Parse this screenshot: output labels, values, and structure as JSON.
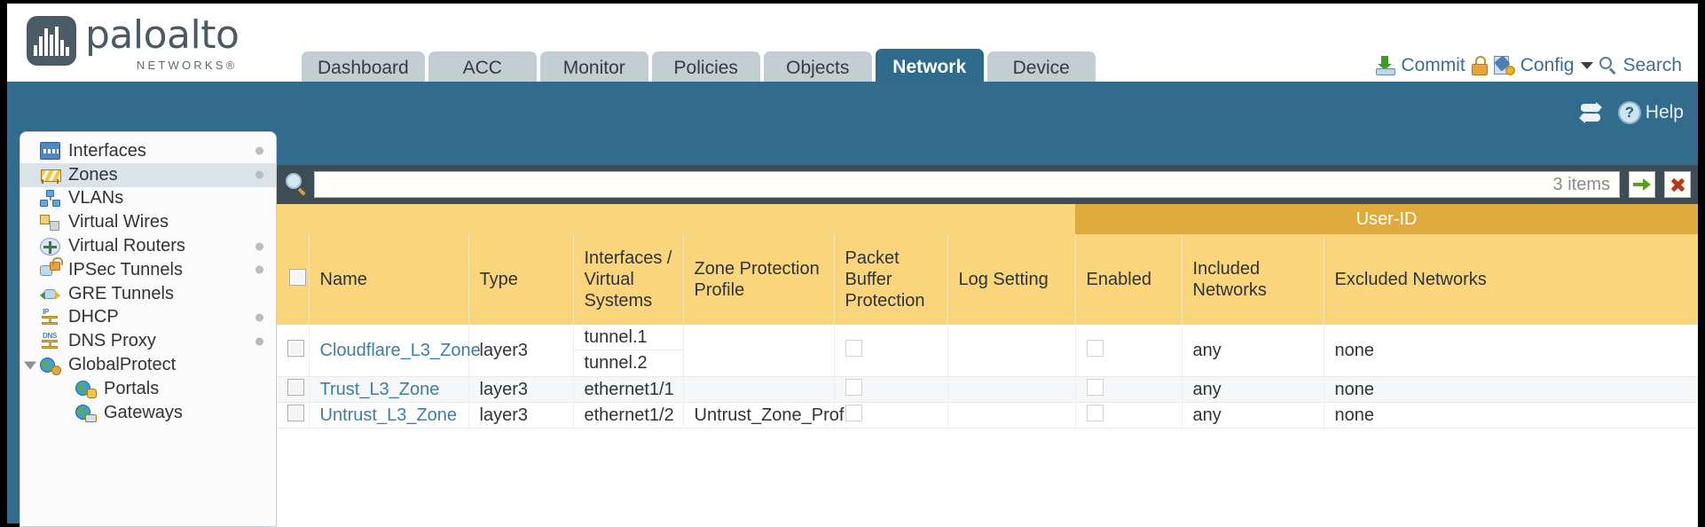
{
  "brand": {
    "name": "paloalto",
    "tagline": "NETWORKS",
    "registered": "®"
  },
  "nav": {
    "tabs": [
      {
        "label": "Dashboard",
        "active": false
      },
      {
        "label": "ACC",
        "active": false
      },
      {
        "label": "Monitor",
        "active": false
      },
      {
        "label": "Policies",
        "active": false
      },
      {
        "label": "Objects",
        "active": false
      },
      {
        "label": "Network",
        "active": true
      },
      {
        "label": "Device",
        "active": false
      }
    ]
  },
  "header_actions": {
    "commit": "Commit",
    "config": "Config",
    "search": "Search"
  },
  "toolbar": {
    "help": "Help"
  },
  "sidebar": {
    "items": [
      {
        "label": "Interfaces",
        "icon": "interfaces-icon",
        "dot": true,
        "selected": false,
        "child": false,
        "twisty": false
      },
      {
        "label": "Zones",
        "icon": "zones-icon",
        "dot": true,
        "selected": true,
        "child": false,
        "twisty": false
      },
      {
        "label": "VLANs",
        "icon": "vlans-icon",
        "dot": false,
        "selected": false,
        "child": false,
        "twisty": false
      },
      {
        "label": "Virtual Wires",
        "icon": "virtual-wires-icon",
        "dot": false,
        "selected": false,
        "child": false,
        "twisty": false
      },
      {
        "label": "Virtual Routers",
        "icon": "virtual-routers-icon",
        "dot": true,
        "selected": false,
        "child": false,
        "twisty": false
      },
      {
        "label": "IPSec Tunnels",
        "icon": "ipsec-tunnels-icon",
        "dot": true,
        "selected": false,
        "child": false,
        "twisty": false
      },
      {
        "label": "GRE Tunnels",
        "icon": "gre-tunnels-icon",
        "dot": false,
        "selected": false,
        "child": false,
        "twisty": false
      },
      {
        "label": "DHCP",
        "icon": "dhcp-icon",
        "dot": true,
        "selected": false,
        "child": false,
        "twisty": false
      },
      {
        "label": "DNS Proxy",
        "icon": "dns-proxy-icon",
        "dot": true,
        "selected": false,
        "child": false,
        "twisty": false
      },
      {
        "label": "GlobalProtect",
        "icon": "globalprotect-icon",
        "dot": false,
        "selected": false,
        "child": false,
        "twisty": true
      },
      {
        "label": "Portals",
        "icon": "portals-icon",
        "dot": false,
        "selected": false,
        "child": true,
        "twisty": false
      },
      {
        "label": "Gateways",
        "icon": "gateways-icon",
        "dot": false,
        "selected": false,
        "child": true,
        "twisty": false
      }
    ]
  },
  "filter": {
    "value": "",
    "placeholder": "",
    "items_count": "3 items"
  },
  "table": {
    "group_headers": [
      {
        "label": "User-ID",
        "span": 3
      }
    ],
    "columns": [
      "Name",
      "Type",
      "Interfaces / Virtual Systems",
      "Zone Protection Profile",
      "Packet Buffer Protection",
      "Log Setting",
      "Enabled",
      "Included Networks",
      "Excluded Networks"
    ],
    "rows": [
      {
        "name": "Cloudflare_L3_Zone",
        "type": "layer3",
        "interfaces": [
          "tunnel.1",
          "tunnel.2"
        ],
        "zone_protection_profile": "",
        "packet_buffer_protection": false,
        "log_setting": "",
        "user_id_enabled": false,
        "included_networks": "any",
        "excluded_networks": "none"
      },
      {
        "name": "Trust_L3_Zone",
        "type": "layer3",
        "interfaces": [
          "ethernet1/1"
        ],
        "zone_protection_profile": "",
        "packet_buffer_protection": false,
        "log_setting": "",
        "user_id_enabled": false,
        "included_networks": "any",
        "excluded_networks": "none"
      },
      {
        "name": "Untrust_L3_Zone",
        "type": "layer3",
        "interfaces": [
          "ethernet1/2"
        ],
        "zone_protection_profile": "Untrust_Zone_Prof",
        "packet_buffer_protection": false,
        "log_setting": "",
        "user_id_enabled": false,
        "included_networks": "any",
        "excluded_networks": "none"
      }
    ]
  },
  "colors": {
    "header_blue": "#336b8c",
    "active_tab": "#2f6b8a",
    "table_header": "#fbd57c",
    "group_header": "#dfab3e",
    "link": "#3c7fa0",
    "filter_bar": "#3e4c55"
  }
}
